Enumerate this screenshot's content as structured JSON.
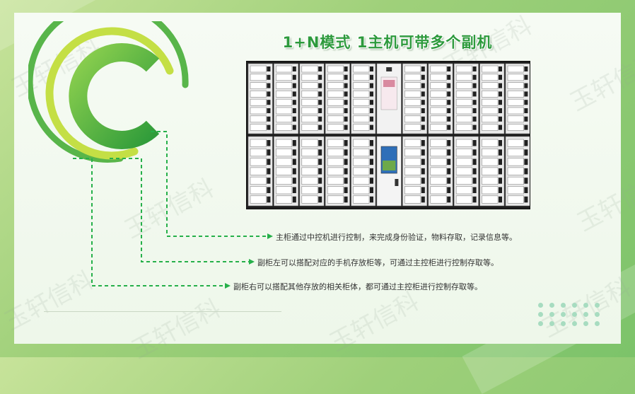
{
  "title": "1+N模式 1主机可带多个副机",
  "watermark": "玉轩信科",
  "descriptions": [
    "主柜通过中控机进行控制，来完成身份验证，物料存取，记录信息等。",
    "副柜左可以搭配对应的手机存放柜等，可通过主控柜进行控制存取等。",
    "副柜右可以搭配其他存放的相关柜体，都可通过主控柜进行控制存取等。"
  ],
  "colors": {
    "accent_green": "#3fae3a",
    "title_green": "#2d9a3c",
    "lime": "#b6d63a",
    "connector": "#26b04a",
    "cabinet_frame": "#222222"
  },
  "icons": [
    "arrow-right-icon",
    "c-logo-icon",
    "dot-grid-icon"
  ]
}
